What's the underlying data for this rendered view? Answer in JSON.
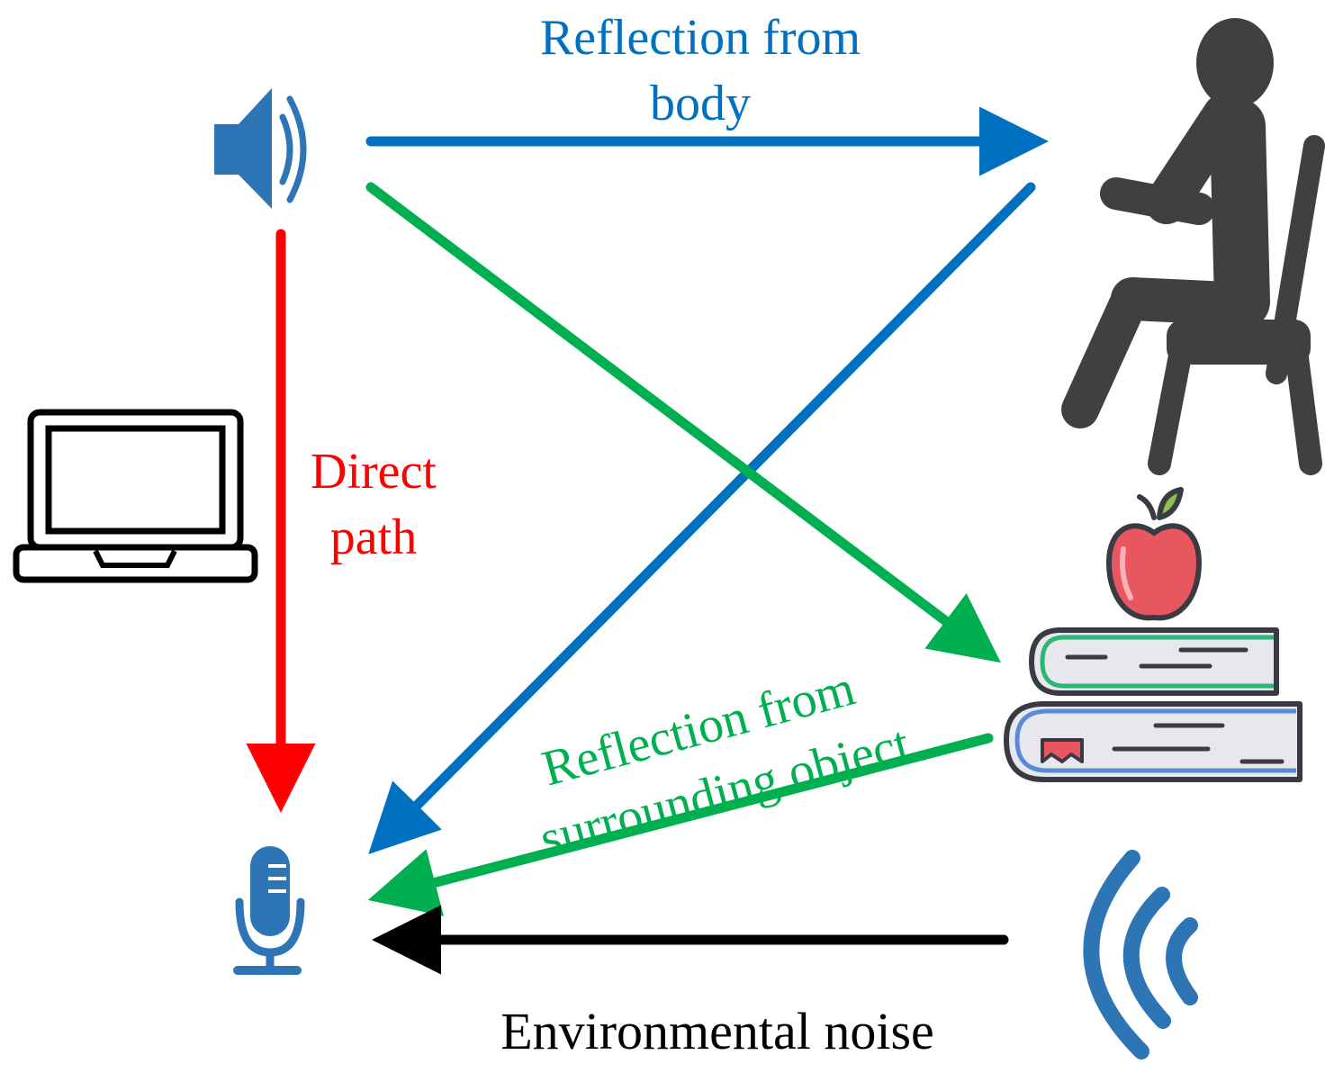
{
  "labels": {
    "body_line1": "Reflection from",
    "body_line2": "body",
    "direct_line1": "Direct",
    "direct_line2": "path",
    "object_line1": "Reflection from",
    "object_line2": "surrounding object",
    "noise": "Environmental noise"
  },
  "colors": {
    "body_reflection": "#0070c0",
    "direct_path": "#ff0000",
    "object_reflection": "#00b050",
    "noise": "#000000",
    "device_icons": "#2e75b6",
    "person": "#404040",
    "apple": "#e85660",
    "books": "#e6e8ee",
    "book_outline": "#3a3a44",
    "book_accent_green": "#2bb673",
    "book_accent_blue": "#5a8ad6"
  },
  "icons": [
    "speaker-icon",
    "person-on-chair-icon",
    "laptop-icon",
    "apple-icon",
    "books-icon",
    "microphone-icon",
    "sound-wave-icon"
  ]
}
